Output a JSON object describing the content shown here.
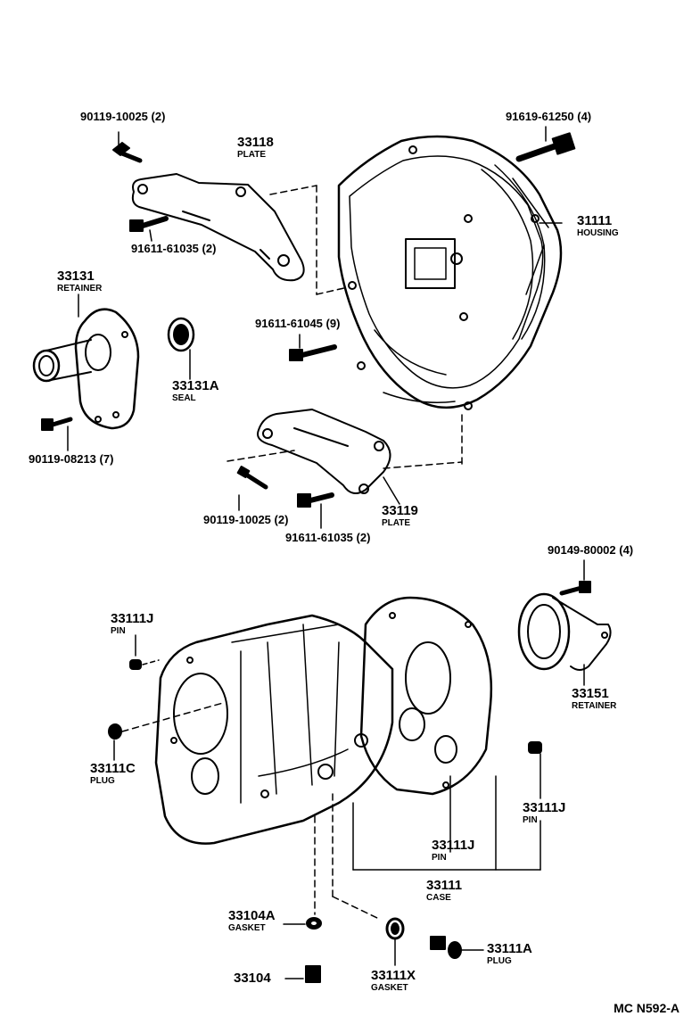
{
  "diagram_ref": "MC N592-A",
  "labels": {
    "bolt_top_left": {
      "part": "90119-10025 (2)"
    },
    "plate_top": {
      "part": "33118",
      "name": "PLATE"
    },
    "bolt_plate_top": {
      "part": "91611-61035 (2)"
    },
    "bolt_top_right": {
      "part": "91619-61250 (4)"
    },
    "housing": {
      "part": "31111",
      "name": "HOUSING"
    },
    "retainer_front": {
      "part": "33131",
      "name": "RETAINER"
    },
    "seal": {
      "part": "33131A",
      "name": "SEAL"
    },
    "bolt_housing": {
      "part": "91611-61045 (9)"
    },
    "bolt_retainer": {
      "part": "90119-08213 (7)"
    },
    "plate_lower": {
      "part": "33119",
      "name": "PLATE"
    },
    "bolt_plate_lower_a": {
      "part": "90119-10025 (2)"
    },
    "bolt_plate_lower_b": {
      "part": "91611-61035 (2)"
    },
    "bolt_rear_retainer": {
      "part": "90149-80002 (4)"
    },
    "pin_left": {
      "part": "33111J",
      "name": "PIN"
    },
    "retainer_rear": {
      "part": "33151",
      "name": "RETAINER"
    },
    "plug_left": {
      "part": "33111C",
      "name": "PLUG"
    },
    "pin_right": {
      "part": "33111J",
      "name": "PIN"
    },
    "pin_center": {
      "part": "33111J",
      "name": "PIN"
    },
    "case": {
      "part": "33111",
      "name": "CASE"
    },
    "gasket_a": {
      "part": "33104A",
      "name": "GASKET"
    },
    "plug_drain": {
      "part": "33111A",
      "name": "PLUG"
    },
    "drain_plug_part": {
      "part": "33104"
    },
    "gasket_x": {
      "part": "33111X",
      "name": "GASKET"
    }
  }
}
